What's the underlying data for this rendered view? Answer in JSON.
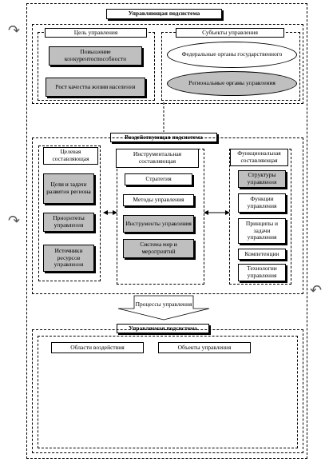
{
  "management_subsystem": {
    "title": "Управляющая подсистема",
    "goal": {
      "title": "Цель управления",
      "items": [
        "Повышение конкурентоспособности",
        "Рост качества жизни населения"
      ]
    },
    "subjects": {
      "title": "Субъекты управления",
      "items": [
        "Федеральные органы государственного",
        "Региональные органы управления"
      ]
    }
  },
  "influencing_subsystem": {
    "title": "Воздействующая подсистема",
    "target": {
      "title": "Целевая составляющая",
      "items": [
        "Цели и задачи развития региона",
        "Приоритеты управления",
        "Источники ресурсов управления"
      ]
    },
    "instrumental": {
      "title": "Инструментальная составляющая",
      "items": [
        "Стратегия",
        "Методы управления",
        "Инструменты управления",
        "Система мер и мероприятий"
      ]
    },
    "functional": {
      "title": "Функциональная составляющая",
      "items": [
        "Структуры управления",
        "Функции управления",
        "Принципы и задачи управления",
        "Компетенции",
        "Технологии управления"
      ]
    }
  },
  "processes_label": "Процессы управления",
  "managed_subsystem": {
    "title": "Управляемая подсистема",
    "items": [
      "Области воздействия",
      "Объекты управления"
    ]
  },
  "icons": [
    "curl-arrow-icon",
    "arrow-left-icon",
    "arrow-right-icon",
    "arrow-down-icon"
  ]
}
